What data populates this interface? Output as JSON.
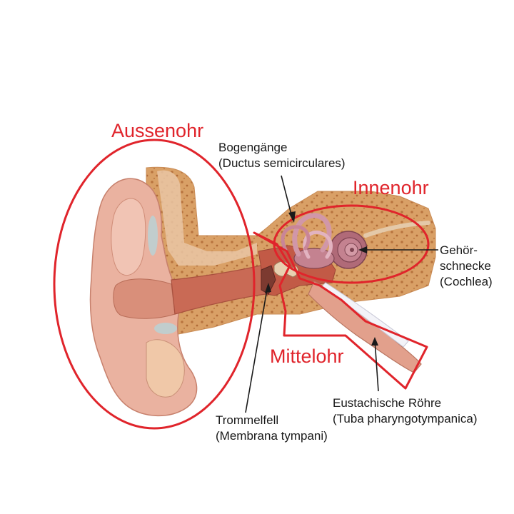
{
  "diagram": {
    "regions": {
      "outer": "Aussenohr",
      "middle": "Mittelohr",
      "inner": "Innenohr"
    },
    "labels": {
      "semicircular_line1": "Bogengänge",
      "semicircular_line2": "(Ductus semicirculares)",
      "cochlea_line1": "Gehör-",
      "cochlea_line2": "schnecke",
      "cochlea_line3": "(Cochlea)",
      "eardrum_line1": "Trommelfell",
      "eardrum_line2": "(Membrana tympani)",
      "eustachian_line1": "Eustachische Röhre",
      "eustachian_line2": "(Tuba pharyngotympanica)"
    },
    "colors": {
      "region_outline": "#e0242b",
      "bone": "#d9a066",
      "skin": "#ecb3a3",
      "canal": "#c96a55",
      "text": "#1a1a1a"
    }
  }
}
